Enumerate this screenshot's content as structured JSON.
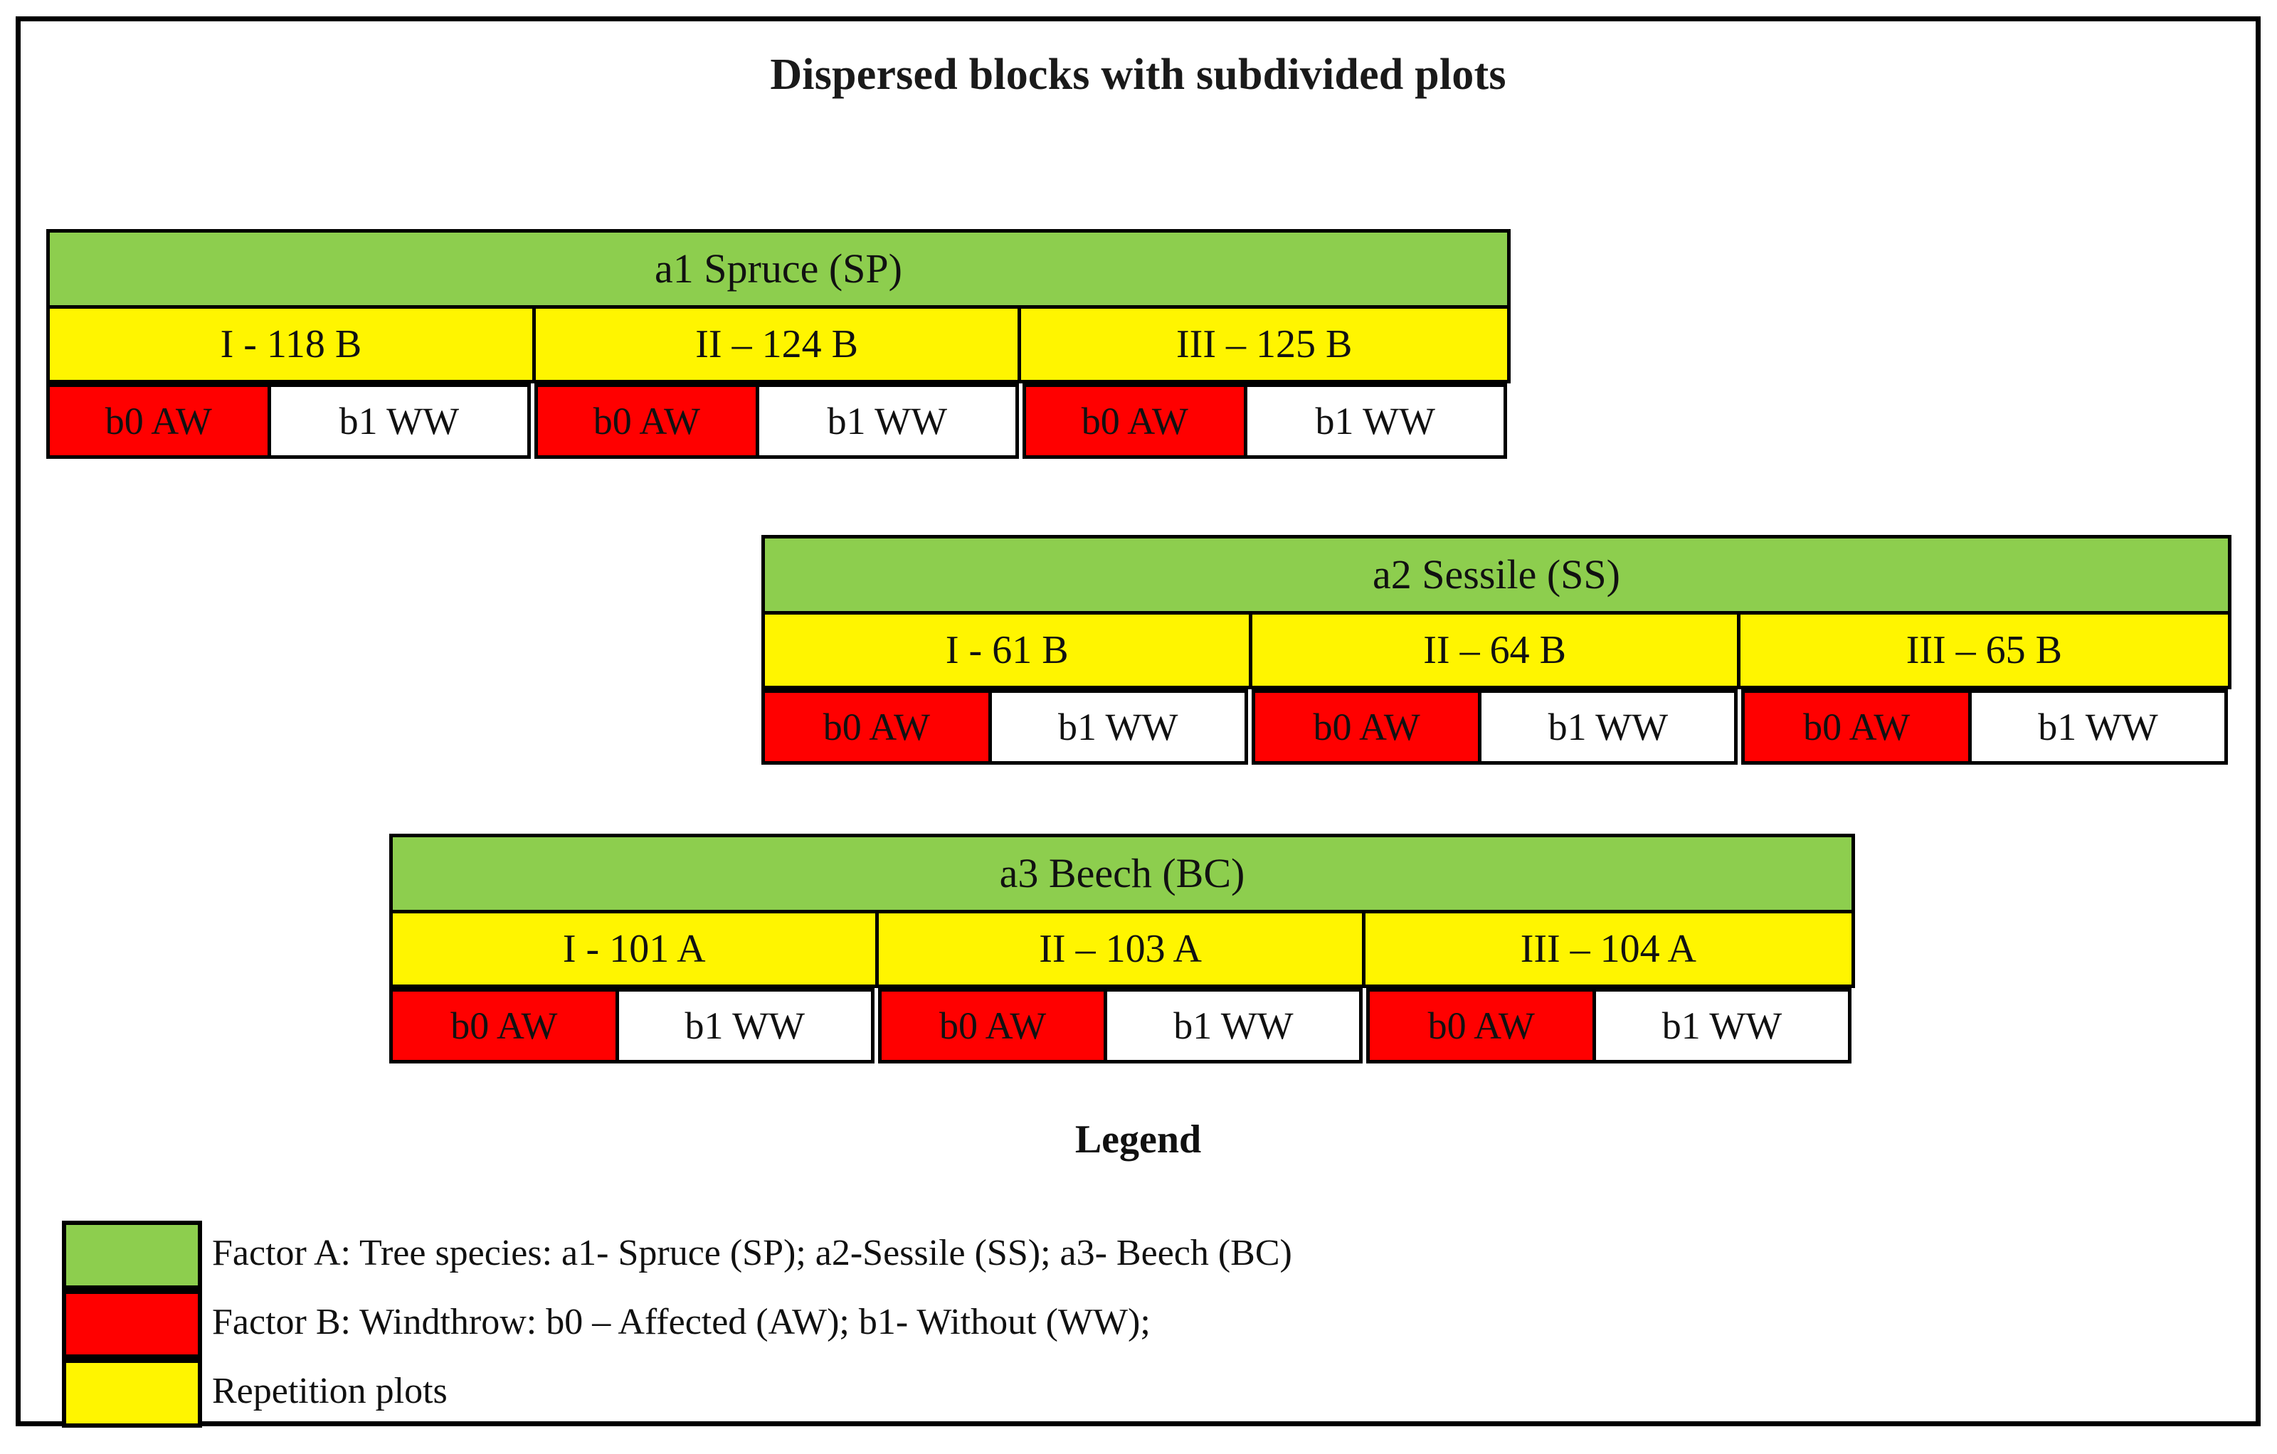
{
  "title": "Dispersed blocks with subdivided plots",
  "colors": {
    "species_green": "#8DCE4E",
    "repetition_yellow": "#FFF500",
    "affected_red": "#FF0000",
    "without_white": "#FFFFFF",
    "border_black": "#000000"
  },
  "blocks": [
    {
      "species_label": "a1  Spruce (SP)",
      "repetitions": [
        {
          "label": "I - 118 B",
          "sub": [
            {
              "label": "b0 AW"
            },
            {
              "label": "b1 WW"
            }
          ]
        },
        {
          "label": "II – 124 B",
          "sub": [
            {
              "label": "b0 AW"
            },
            {
              "label": "b1 WW"
            }
          ]
        },
        {
          "label": "III – 125 B",
          "sub": [
            {
              "label": "b0 AW"
            },
            {
              "label": "b1 WW"
            }
          ]
        }
      ]
    },
    {
      "species_label": "a2 Sessile (SS)",
      "repetitions": [
        {
          "label": "I - 61 B",
          "sub": [
            {
              "label": "b0 AW"
            },
            {
              "label": "b1 WW"
            }
          ]
        },
        {
          "label": "II – 64 B",
          "sub": [
            {
              "label": "b0 AW"
            },
            {
              "label": "b1 WW"
            }
          ]
        },
        {
          "label": "III – 65 B",
          "sub": [
            {
              "label": "b0 AW"
            },
            {
              "label": "b1 WW"
            }
          ]
        }
      ]
    },
    {
      "species_label": "a3 Beech (BC)",
      "repetitions": [
        {
          "label": "I - 101 A",
          "sub": [
            {
              "label": "b0 AW"
            },
            {
              "label": "b1 WW"
            }
          ]
        },
        {
          "label": "II – 103 A",
          "sub": [
            {
              "label": "b0 AW"
            },
            {
              "label": "b1 WW"
            }
          ]
        },
        {
          "label": "III – 104 A",
          "sub": [
            {
              "label": "b0 AW"
            },
            {
              "label": "b1 WW"
            }
          ]
        }
      ]
    }
  ],
  "legend": {
    "title": "Legend",
    "entries": [
      {
        "swatch": "green",
        "text": "Factor A: Tree species: a1- Spruce (SP); a2-Sessile (SS); a3- Beech (BC)"
      },
      {
        "swatch": "red",
        "text": "Factor B: Windthrow: b0 – Affected (AW); b1- Without (WW);"
      },
      {
        "swatch": "yellow",
        "text": "Repetition plots"
      }
    ]
  }
}
